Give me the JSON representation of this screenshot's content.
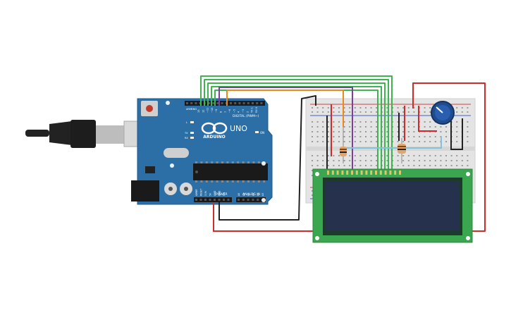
{
  "arduino": {
    "board_name": "UNO",
    "logo_text": "ARDUINO",
    "digital_label": "DIGITAL (PWM~)",
    "power_label": "POWER",
    "analog_label": "ANALOG IN",
    "aref_label": "AREF",
    "gnd_label": "GND",
    "on_label": "ON",
    "tx_label": "TX",
    "rx_label": "RX",
    "l_label": "L",
    "digital_pins": [
      "13",
      "12",
      "~11",
      "~10",
      "~9",
      "8",
      "7",
      "~6",
      "~5",
      "4",
      "~3",
      "2",
      "TX 1",
      "RX 0"
    ],
    "power_pins": [
      "IOREF",
      "RESET",
      "3.3V",
      "5V",
      "GND",
      "GND",
      "Vin"
    ],
    "analog_pins": [
      "A0",
      "A1",
      "A2",
      "A3",
      "A4",
      "A5"
    ]
  },
  "colors": {
    "board": "#2c6fa6",
    "wire_green": "#3fb34f",
    "wire_purple": "#7b3fa0",
    "wire_orange": "#e88a1a",
    "wire_black": "#222222",
    "wire_red": "#d02b2b",
    "wire_cyan": "#7fc4d8",
    "lcd_pcb": "#3aa64f",
    "lcd_screen": "#26324d",
    "breadboard": "#e8e8e8"
  },
  "components": [
    "usb-cable",
    "arduino-uno",
    "breadboard",
    "potentiometer",
    "resistor",
    "resistor",
    "lcd-16x2"
  ]
}
